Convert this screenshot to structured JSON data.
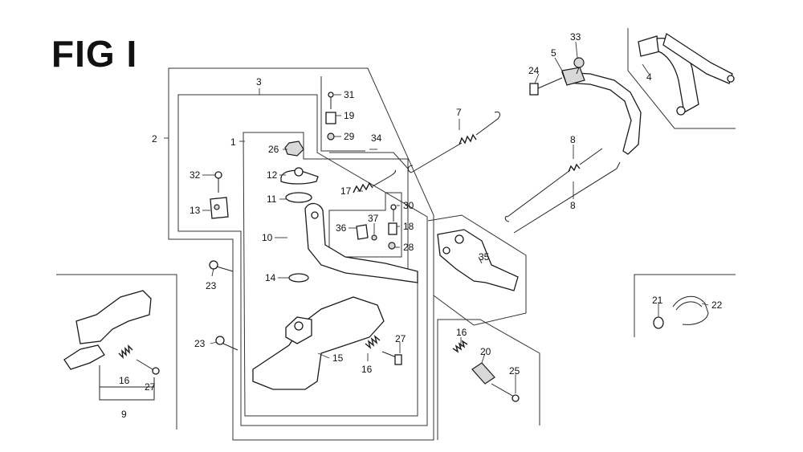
{
  "figure": {
    "title": "FIG I"
  },
  "callouts": {
    "c1": "1",
    "c2": "2",
    "c3": "3",
    "c4": "4",
    "c5": "5",
    "c7": "7",
    "c8a": "8",
    "c8b": "8",
    "c9": "9",
    "c10": "10",
    "c11": "11",
    "c12": "12",
    "c13": "13",
    "c14": "14",
    "c15": "15",
    "c16a": "16",
    "c16b": "16",
    "c16c": "16",
    "c17": "17",
    "c18": "18",
    "c19": "19",
    "c20": "20",
    "c21": "21",
    "c22": "22",
    "c23a": "23",
    "c23b": "23",
    "c24": "24",
    "c25": "25",
    "c26": "26",
    "c27a": "27",
    "c27b": "27",
    "c28": "28",
    "c29": "29",
    "c30": "30",
    "c31": "31",
    "c32": "32",
    "c33": "33",
    "c34": "34",
    "c35": "35",
    "c36": "36",
    "c37": "37"
  }
}
